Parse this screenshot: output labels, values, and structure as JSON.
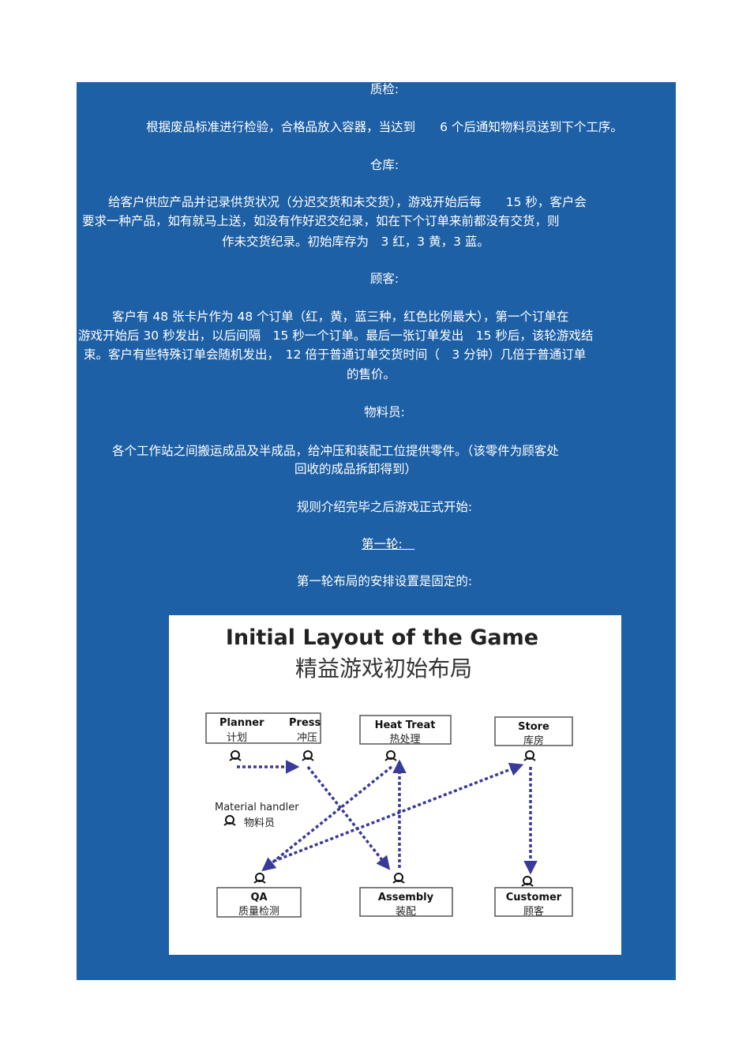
{
  "doc": {
    "qc_heading": "质检:",
    "qc_body": "根据废品标准进行检验，合格品放入容器，当达到　　6 个后通知物料员送到下个工序。",
    "warehouse_heading": "仓库:",
    "warehouse_line1": "给客户供应产品并记录供货状况（分迟交货和未交货），游戏开始后每　　15 秒，客户会",
    "warehouse_line2": "要求一种产品，如有就马上送，如没有作好迟交纪录，如在下个订单来前都没有交货，则",
    "warehouse_line3": "作未交货纪录。初始库存为　3 红，3 黄，3 蓝。",
    "customer_heading": "顾客:",
    "customer_line1": "客户有 48 张卡片作为 48 个订单（红，黄，蓝三种，红色比例最大），第一个订单在",
    "customer_line2": "游戏开始后 30 秒发出，以后间隔　15 秒一个订单。最后一张订单发出　15 秒后，该轮游戏结",
    "customer_line3": "束。客户有些特殊订单会随机发出，　12 倍于普通订单交货时间（　3 分钟）几倍于普通订单",
    "customer_line4": "的售价。",
    "handler_heading": "物料员:",
    "handler_line1": "各个工作站之间搬运成品及半成品，给冲压和装配工位提供零件。（该零件为顾客处",
    "handler_line2": "回收的成品拆卸得到）",
    "start_text": "规则介绍完毕之后游戏正式开始:",
    "round_heading": "第一轮:　",
    "round_body": "第一轮布局的安排设置是固定的:"
  },
  "diagram": {
    "title_en": "Initial Layout of the Game",
    "title_zh": "精益游戏初始布局",
    "stations": {
      "planner": {
        "en": "Planner",
        "zh": "计划"
      },
      "press": {
        "en": "Press",
        "zh": "冲压"
      },
      "heat_treat": {
        "en": "Heat Treat",
        "zh": "热处理"
      },
      "store": {
        "en": "Store",
        "zh": "库房"
      },
      "qa": {
        "en": "QA",
        "zh": "质量检测"
      },
      "assembly": {
        "en": "Assembly",
        "zh": "装配"
      },
      "customer": {
        "en": "Customer",
        "zh": "顾客"
      }
    },
    "legend": {
      "en": "Material handler",
      "zh": "物料员"
    },
    "colors": {
      "panel": "#1e60a6",
      "arrow": "#3a3a9a",
      "box_border": "#555555"
    }
  }
}
